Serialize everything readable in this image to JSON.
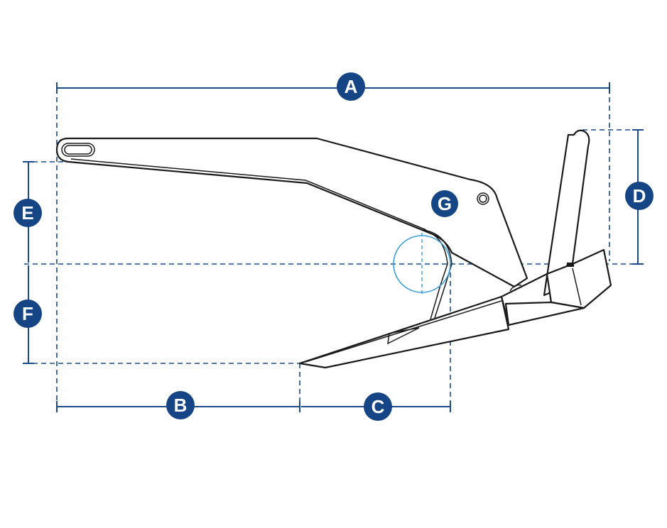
{
  "labels": {
    "a": "A",
    "b": "B",
    "c": "C",
    "d": "D",
    "e": "E",
    "f": "F",
    "g": "G"
  },
  "colors": {
    "dimension": "#164585",
    "outline": "#1a1a1a",
    "accent_circle": "#3a9fd8"
  }
}
